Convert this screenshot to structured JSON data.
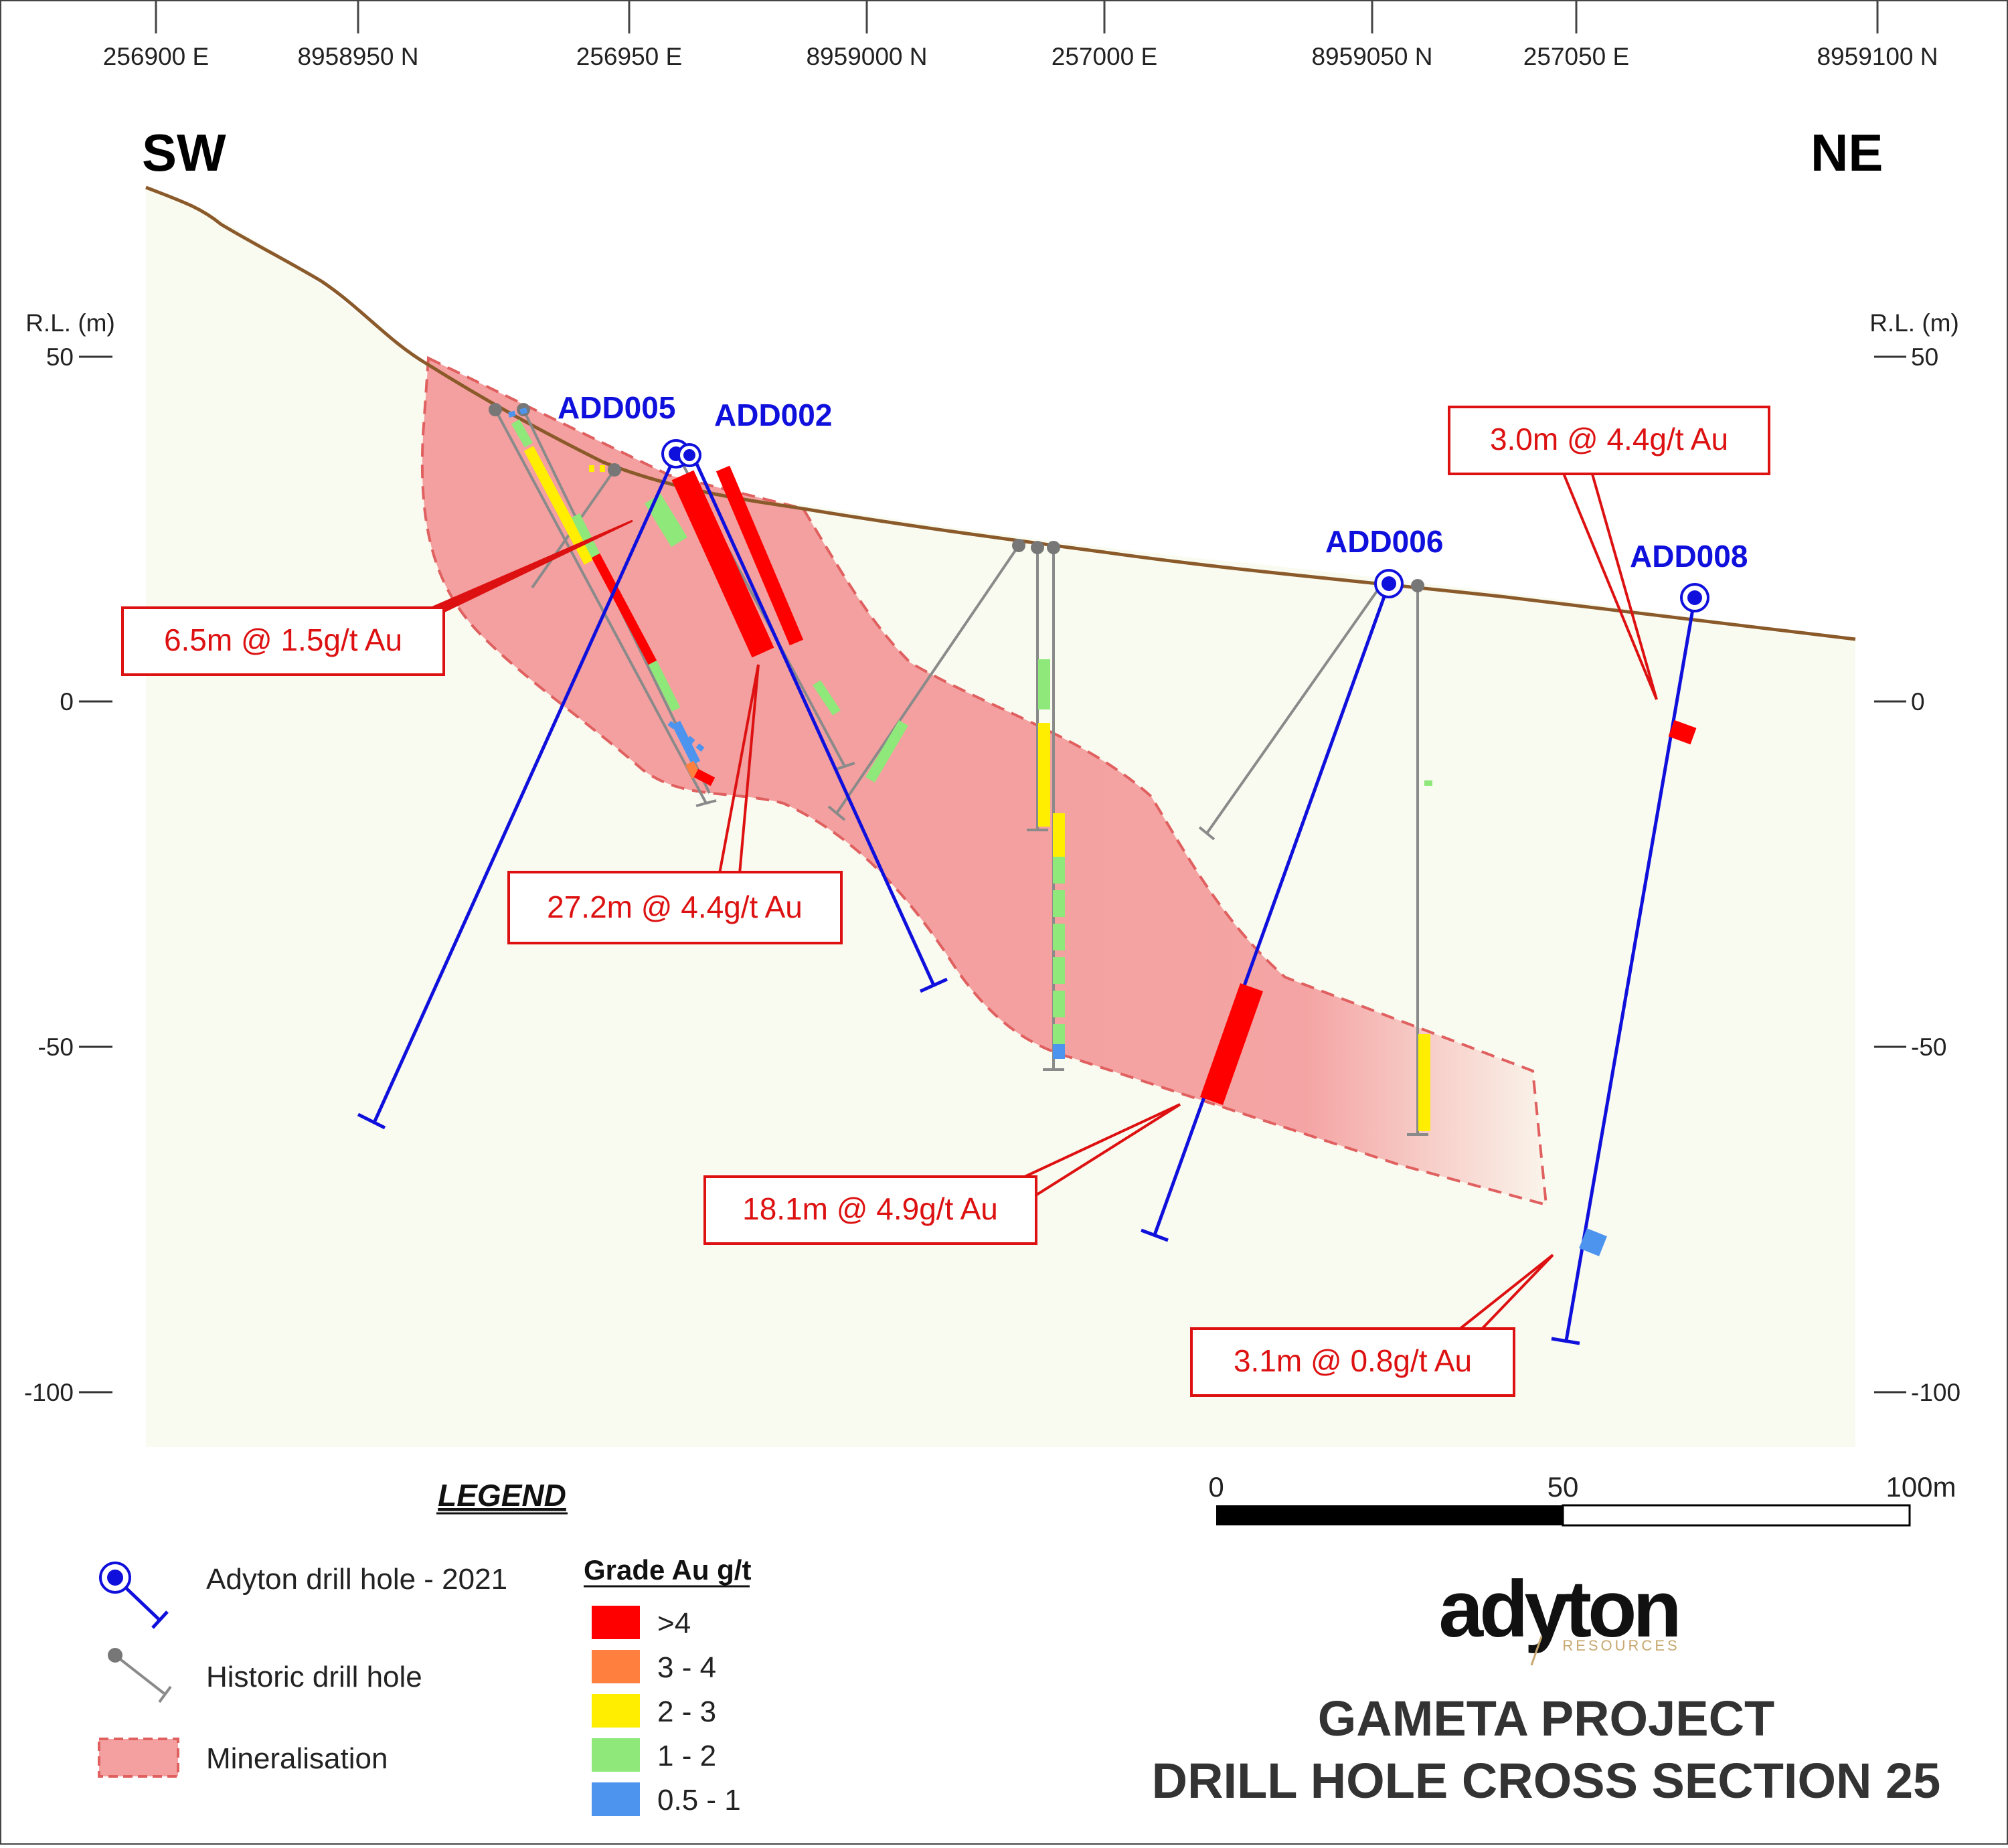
{
  "directions": {
    "left": "SW",
    "right": "NE"
  },
  "coordinate_labels": [
    "256900 E",
    "8958950 N",
    "256950 E",
    "8959000 N",
    "257000 E",
    "8959050 N",
    "257050 E",
    "8959100 N"
  ],
  "elevation_axis": {
    "title": "R.L. (m)",
    "ticks": [
      "50",
      "0",
      "-50",
      "-100"
    ]
  },
  "drill_holes": {
    "add005": "ADD005",
    "add002": "ADD002",
    "add006": "ADD006",
    "add008": "ADD008"
  },
  "intercepts": {
    "i1": "6.5m @ 1.5g/t Au",
    "i2": "27.2m @ 4.4g/t Au",
    "i3": "18.1m @ 4.9g/t Au",
    "i4": "3.0m @ 4.4g/t Au",
    "i5": "3.1m @ 0.8g/t Au"
  },
  "scale_bar": {
    "labels": [
      "0",
      "50",
      "100m"
    ]
  },
  "legend": {
    "title": "LEGEND",
    "adyton_hole": "Adyton drill hole - 2021",
    "historic_hole": "Historic drill hole",
    "mineralisation": "Mineralisation",
    "grade_title": "Grade Au g/t",
    "grades": [
      {
        "label": ">4",
        "color": "#ff0000"
      },
      {
        "label": "3 - 4",
        "color": "#ff7f3f"
      },
      {
        "label": "2 - 3",
        "color": "#ffee00"
      },
      {
        "label": "1 - 2",
        "color": "#8ee87a"
      },
      {
        "label": "0.5 - 1",
        "color": "#4d94ef"
      }
    ]
  },
  "logo": {
    "name": "adyton",
    "sub": "RESOURCES"
  },
  "title": {
    "line1": "GAMETA PROJECT",
    "line2": "DRILL HOLE CROSS SECTION 25"
  },
  "colors": {
    "adyton_hole": "#1010dd",
    "historic_hole": "#8a8a8a",
    "topography": "#8b5a2b",
    "mineralisation_fill": "#f4a0a0",
    "mineralisation_edge": "#e06060",
    "label_red": "#dd1111",
    "background": "#fafbf0"
  }
}
